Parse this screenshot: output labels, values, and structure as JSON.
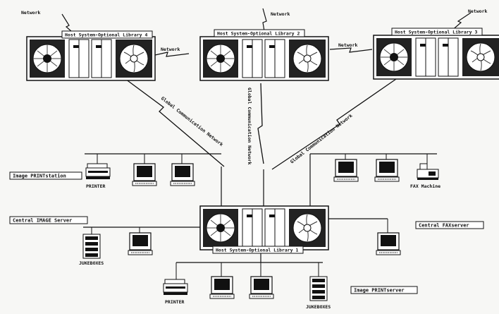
{
  "network_labels": {
    "top_left": "Network",
    "top_center": "Network",
    "top_right": "Network",
    "link_1_2": "Network",
    "link_2_3": "Network"
  },
  "hosts": {
    "library_4": "Host System-Optional Library 4",
    "library_2": "Host System-Optional Library 2",
    "library_3": "Host System-Optional Library 3",
    "library_1": "Host System-Optional Library 1"
  },
  "global_links": {
    "left": "Global Communication Network",
    "center": "Global Communication Network",
    "right": "Global Communication Network"
  },
  "side_labels": {
    "image_print_station": "Image PRINTstation",
    "central_image_server": "Central IMAGE Server",
    "central_fax_server": "Central FAXserver",
    "image_print_server": "Image PRINTserver"
  },
  "device_labels": {
    "printer_top": "PRINTER",
    "fax_machine": "FAX Machine",
    "jukeboxes_left": "JUKEBOXES",
    "printer_bottom": "PRINTER",
    "jukeboxes_bottom": "JUKEBOXES"
  }
}
